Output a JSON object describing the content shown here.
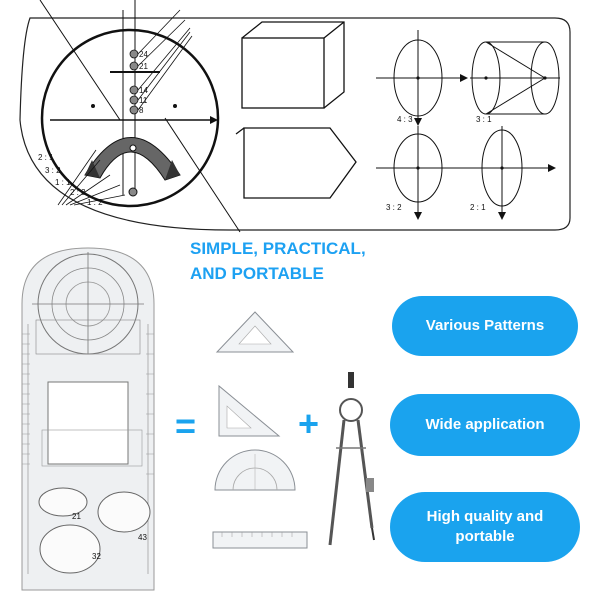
{
  "heading": {
    "line1": "SIMPLE, PRACTICAL,",
    "line2": "AND PORTABLE"
  },
  "features": [
    {
      "label": "Various Patterns"
    },
    {
      "label": "Wide application"
    },
    {
      "label_line1": "High quality and",
      "label_line2": "portable"
    }
  ],
  "symbols": {
    "equals": "=",
    "plus": "+"
  },
  "diagram_labels": {
    "circle_sizes": [
      "24",
      "21",
      "14",
      "11",
      "8"
    ],
    "ratios_left": [
      "2 : 1",
      "3 : 2",
      "1 : 1",
      "2 : 3",
      "1 : 2"
    ],
    "ellipse_ratios": [
      "4 : 3",
      "3 : 1",
      "3 : 2",
      "2 : 1"
    ]
  },
  "ruler_labels": [
    "21",
    "43",
    "32"
  ],
  "colors": {
    "accent": "#1aa3ee",
    "heading": "#1da1f2",
    "line": "#111111"
  }
}
